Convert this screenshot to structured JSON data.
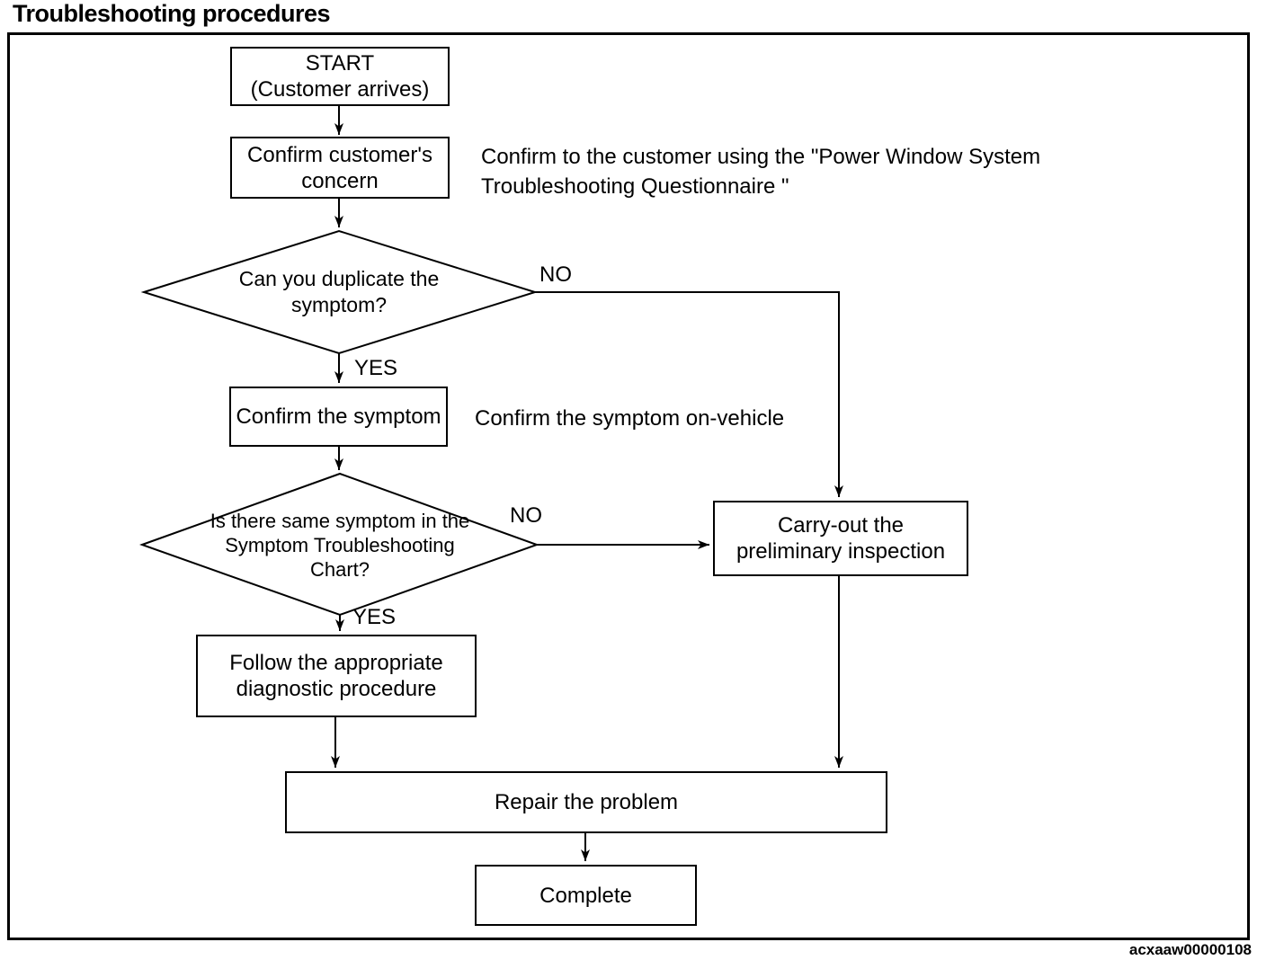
{
  "page": {
    "title": "Troubleshooting procedures",
    "figure_code": "acxaaw00000108"
  },
  "flowchart": {
    "nodes": {
      "start": {
        "lines": [
          "START",
          "(Customer arrives)"
        ]
      },
      "confirm_concern": {
        "lines": [
          "Confirm customer's",
          "concern"
        ]
      },
      "duplicate_symptom": {
        "lines": [
          "Can you duplicate the",
          "symptom?"
        ]
      },
      "confirm_symptom": {
        "lines": [
          "Confirm the symptom"
        ]
      },
      "same_symptom": {
        "lines": [
          "Is there same symptom in the",
          "Symptom Troubleshooting",
          "Chart?"
        ]
      },
      "carry_out": {
        "lines": [
          "Carry-out the",
          "preliminary inspection"
        ]
      },
      "follow_procedure": {
        "lines": [
          "Follow the appropriate",
          "diagnostic procedure"
        ]
      },
      "repair": {
        "lines": [
          "Repair the problem"
        ]
      },
      "complete": {
        "lines": [
          "Complete"
        ]
      }
    },
    "branch_labels": {
      "duplicate_no": "NO",
      "duplicate_yes": "YES",
      "same_no": "NO",
      "same_yes": "YES"
    },
    "notes": {
      "questionnaire_line1": "Confirm to the customer using the \"Power Window System",
      "questionnaire_line2": "Troubleshooting Questionnaire \"",
      "on_vehicle": "Confirm the symptom on-vehicle"
    },
    "colors": {
      "ink": "#000000",
      "paper": "#ffffff"
    }
  }
}
